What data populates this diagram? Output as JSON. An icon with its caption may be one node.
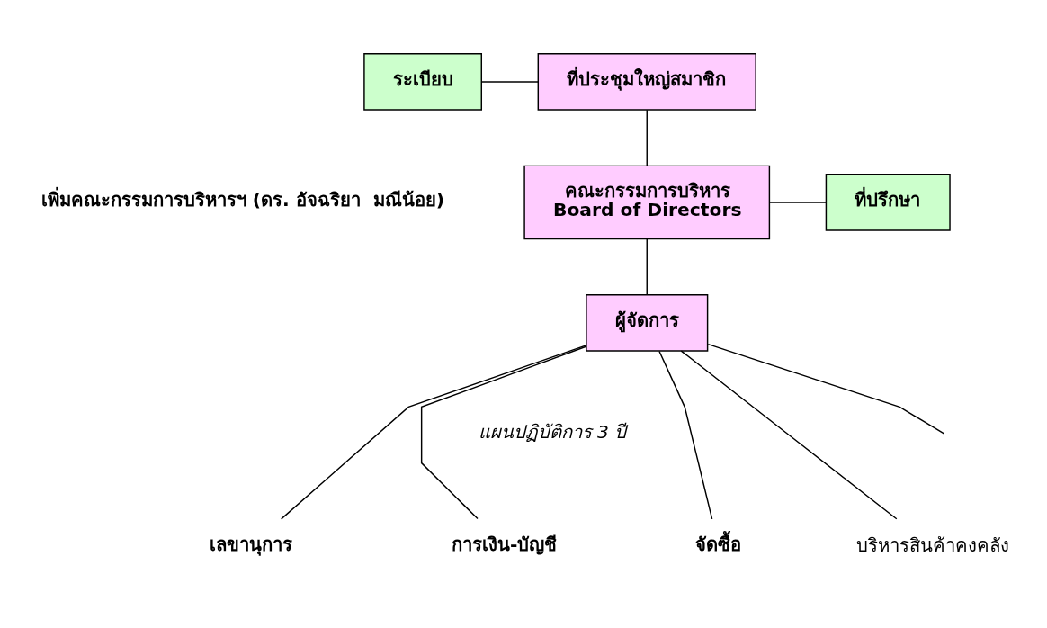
{
  "diagram": {
    "nodes": [
      {
        "text": [
          "ระเบียบ"
        ]
      },
      {
        "text": [
          "ที่ประชุมใหญ่สมาชิก"
        ]
      },
      {
        "text": [
          "คณะกรรมการบริหาร",
          "Board of Directors"
        ]
      },
      {
        "text": [
          "ที่ปรึกษา"
        ]
      },
      {
        "text": [
          "ผู้จัดการ"
        ]
      },
      {
        "text": [
          "เลขานุการ"
        ]
      },
      {
        "text": [
          "การเงิน-บัญชี"
        ]
      },
      {
        "text": [
          "จัดซื้อ"
        ]
      },
      {
        "text": [
          "บริหารสินค้าคงคลัง"
        ]
      }
    ],
    "edges": [
      {
        "from": 0,
        "to": 1,
        "arrow": "none"
      },
      {
        "from": 1,
        "to": 2,
        "arrow": "none"
      },
      {
        "from": 2,
        "to": 3,
        "arrow": "none"
      },
      {
        "from": 2,
        "to": 4,
        "arrow": "none"
      },
      {
        "from": 4,
        "to": 5,
        "arrow": "none"
      },
      {
        "from": 4,
        "to": 6,
        "arrow": "none"
      },
      {
        "from": 4,
        "to": 7,
        "arrow": "none"
      },
      {
        "from": 4,
        "to": 8,
        "arrow": "none"
      },
      {
        "from": 4,
        "to": null,
        "arrow": "none"
      }
    ],
    "labels": [
      "เพิ่มคณะกรรมการบริหารฯ (ดร. อัจฉริยา  มณีน้อย)",
      "แผนปฏิบัติการ 3 ปี"
    ]
  }
}
